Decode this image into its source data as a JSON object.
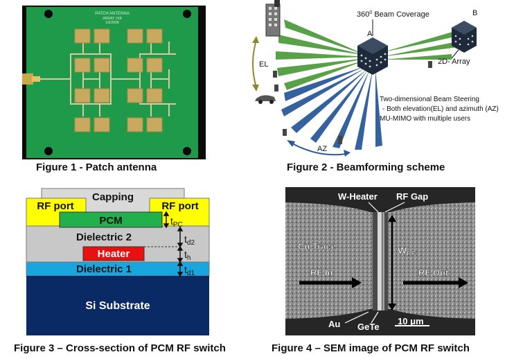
{
  "fig1": {
    "caption": "Figure 1 - Patch antenna",
    "board_label_lines": [
      "PATCH ANTENNA",
      "ARRAY 1X8",
      "1/6/2008"
    ]
  },
  "fig2": {
    "caption": "Figure 2 - Beamforming scheme",
    "coverage_label": "360",
    "coverage_sup": "0",
    "coverage_rest": " Beam Coverage",
    "node_a": "A",
    "node_b": "B",
    "array_label": "2D- Array",
    "el_label": "EL",
    "az_label": "AZ",
    "note_lines": [
      "Two-dimensional Beam Steering",
      "- Both elevation(EL) and azimuth (AZ)",
      "MU-MIMO with multiple users"
    ],
    "colors": {
      "green_beam": "#4a9a3a",
      "blue_beam": "#2a5a9a"
    }
  },
  "fig3": {
    "caption": "Figure 3 – Cross-section of PCM RF switch",
    "capping": "Capping",
    "rf_port_left": "RF port",
    "rf_port_right": "RF port",
    "pcm": "PCM",
    "dielectric2": "Dielectric 2",
    "heater": "Heater",
    "dielectric1": "Dielectric 1",
    "substrate": "Si Substrate",
    "t_pc": "t",
    "t_pc_sub": "PC",
    "t_d2": "t",
    "t_d2_sub": "d2",
    "t_h": "t",
    "t_h_sub": "h",
    "t_d1": "t",
    "t_d1_sub": "d1",
    "colors": {
      "capping": "#d9d9d9",
      "rf_port": "#ffff00",
      "pcm": "#22b04c",
      "dielectric2": "#c8c8c8",
      "heater": "#e81010",
      "dielectric1": "#19a6df",
      "substrate": "#0a2a66"
    }
  },
  "fig4": {
    "caption": "Figure 4 – SEM image of PCM RF switch",
    "w_heater": "W-Heater",
    "rf_gap": "RF Gap",
    "cu_trace": "Cu Trace",
    "w_rf": "W",
    "w_rf_sub": "RF",
    "rf_in": "RF In",
    "rf_out": "RF Out",
    "au": "Au",
    "gete": "GeTe",
    "scale": "10 μm"
  }
}
